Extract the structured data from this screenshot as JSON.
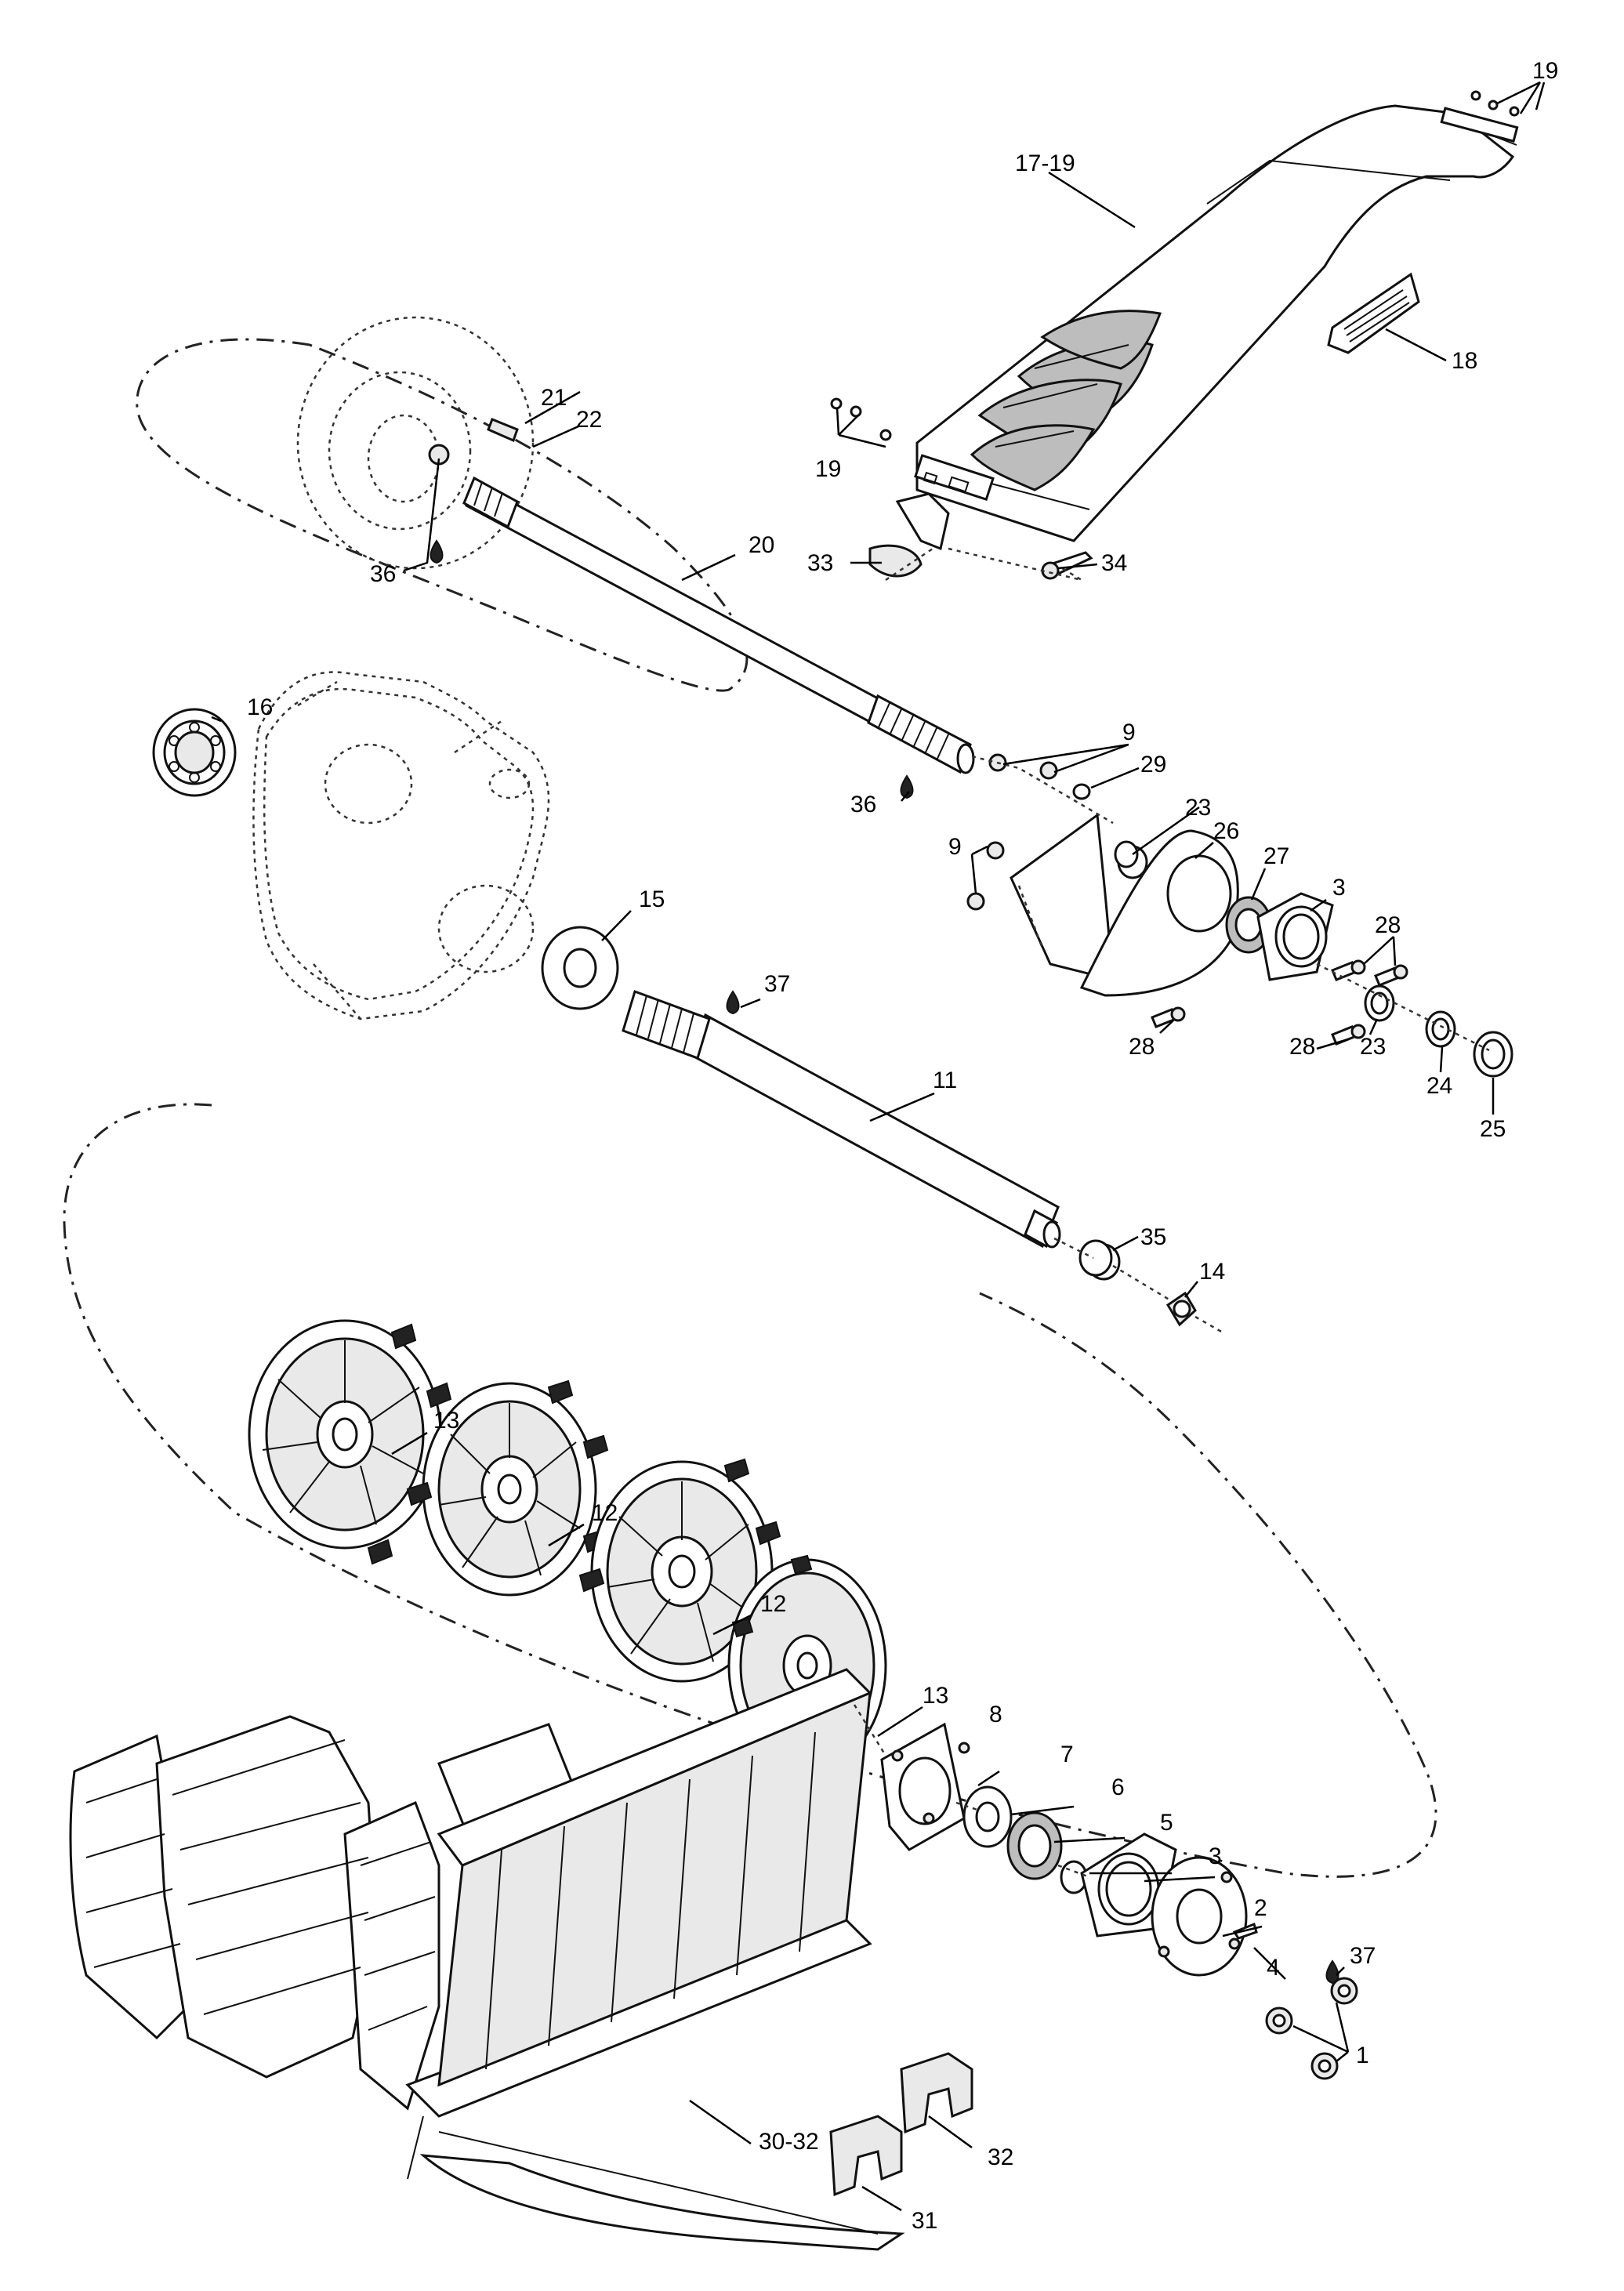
{
  "labels": {
    "l1": "1",
    "l2": "2",
    "l3a": "3",
    "l3b": "3",
    "l4": "4",
    "l5": "5",
    "l6": "6",
    "l7": "7",
    "l8": "8",
    "l9a": "9",
    "l9b": "9",
    "l11": "11",
    "l12a": "12",
    "l12b": "12",
    "l13a": "13",
    "l13b": "13",
    "l14": "14",
    "l15": "15",
    "l16": "16",
    "l17_19": "17-19",
    "l18": "18",
    "l19a": "19",
    "l19b": "19",
    "l20": "20",
    "l21": "21",
    "l22": "22",
    "l23a": "23",
    "l23b": "23",
    "l24": "24",
    "l25": "25",
    "l26": "26",
    "l27": "27",
    "l28a": "28",
    "l28b": "28",
    "l28c": "28",
    "l29": "29",
    "l30_32": "30-32",
    "l31": "31",
    "l32": "32",
    "l33": "33",
    "l34": "34",
    "l35": "35",
    "l36a": "36",
    "l36b": "36",
    "l37a": "37",
    "l37b": "37"
  }
}
